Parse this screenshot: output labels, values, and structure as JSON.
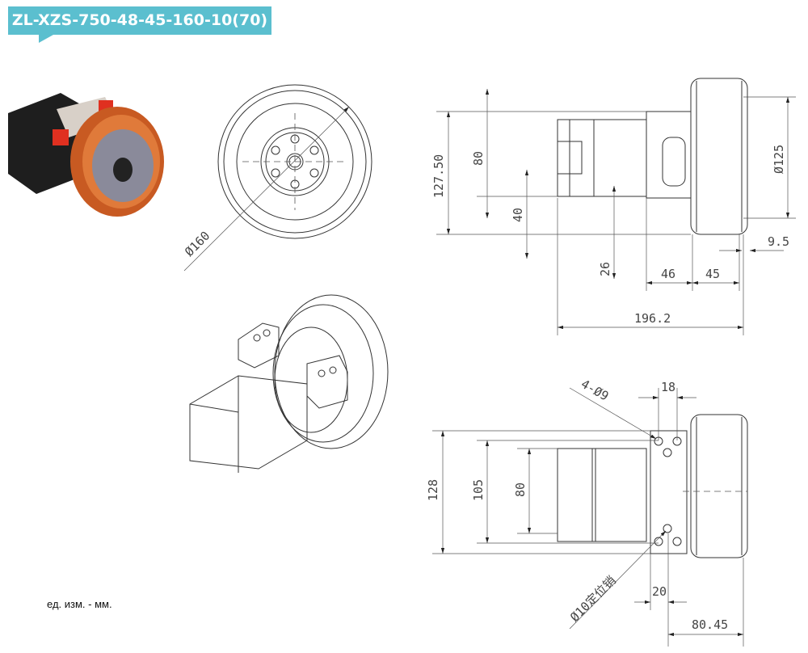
{
  "title": "ZL-XZS-750-48-45-160-10(70)",
  "units_note": "ед. изм. - мм.",
  "colors": {
    "banner": "#5bbfcf",
    "wheel_tread": "#d2692a",
    "motor": "#222222",
    "mount": "#e03020"
  },
  "front_view": {
    "diameter_label": "Ø160"
  },
  "side_view": {
    "dims": {
      "overall_height": "127.50",
      "upper_height": "80",
      "lower_height": "40",
      "offset": "26",
      "bracket_width": "46",
      "wheel_width": "45",
      "wheel_diameter": "Ø125",
      "hub_offset": "9.5",
      "total_length": "196.2"
    }
  },
  "top_view": {
    "dims": {
      "overall_width": "128",
      "hole_spacing": "105",
      "motor_width": "80",
      "hole_pitch": "18",
      "holes": "4-Ø9",
      "pin": "Ø10定位销",
      "pin_offset": "20",
      "pin_to_wheel": "80.45"
    }
  }
}
